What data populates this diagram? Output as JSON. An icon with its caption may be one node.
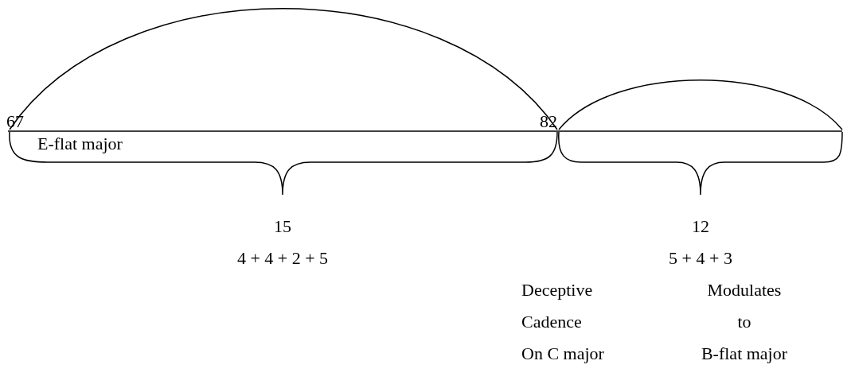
{
  "diagram": {
    "labels": [
      "67",
      "82",
      "E-flat major",
      "15",
      "12",
      "4 + 4 + 2 + 5",
      "5 + 4 + 3",
      "Deceptive",
      "Modulates",
      "Cadence",
      "to",
      "On C major",
      "B-flat major"
    ]
  }
}
